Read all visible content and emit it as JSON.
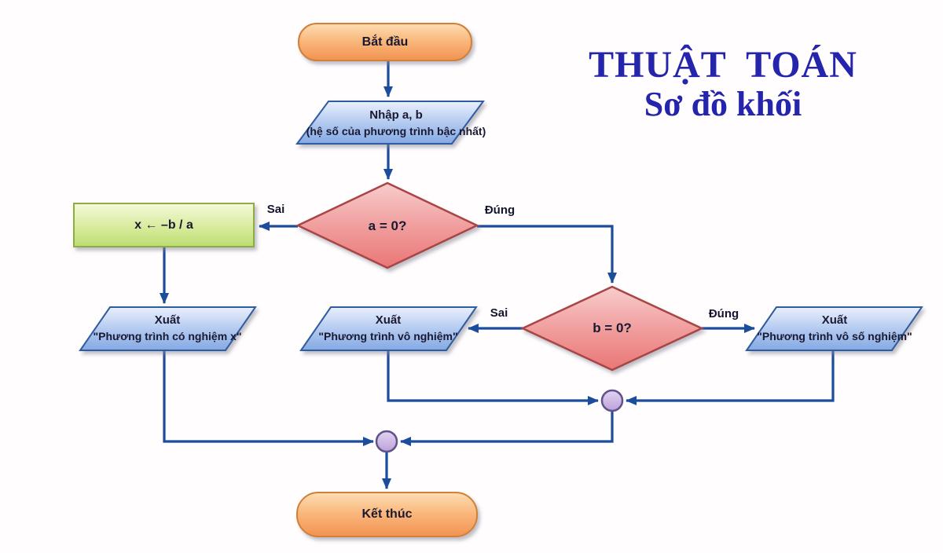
{
  "title": {
    "line1": "THUẬT  TOÁN",
    "line2": "Sơ đồ khối"
  },
  "nodes": {
    "start": {
      "type": "terminator",
      "label": "Bắt đầu"
    },
    "input": {
      "type": "io",
      "line1": "Nhập a, b",
      "line2": "(hệ số của phương trình bậc nhất)"
    },
    "decision_a": {
      "type": "decision",
      "label": "a = 0?"
    },
    "assign": {
      "type": "process",
      "label": "x ← –b / a"
    },
    "decision_b": {
      "type": "decision",
      "label": "b = 0?"
    },
    "output_solution": {
      "type": "io",
      "line1": "Xuất",
      "line2": "\"Phương trình có nghiệm x\""
    },
    "output_no_solution": {
      "type": "io",
      "line1": "Xuất",
      "line2": "\"Phương trình vô nghiệm\""
    },
    "output_infinite": {
      "type": "io",
      "line1": "Xuất",
      "line2": "\"Phương trình vô số nghiệm\""
    },
    "end": {
      "type": "terminator",
      "label": "Kết thúc"
    }
  },
  "edge_labels": {
    "a_false": "Sai",
    "a_true": "Đúng",
    "b_false": "Sai",
    "b_true": "Đúng"
  },
  "colors": {
    "background": "#fffdfe",
    "connector": "#1c4c9c",
    "title_text": "#2424ac",
    "node_text": "#191932",
    "terminator_fill": "#f6a55f",
    "terminator_border": "#d08038",
    "io_fill": "#8fb0e6",
    "io_border": "#2d5c9e",
    "decision_fill": "#ef8585",
    "decision_border": "#a84444",
    "process_fill": "#c5e07c",
    "process_border": "#8cad43",
    "junction_fill": "#c9b2e4",
    "junction_border": "#5f538a"
  }
}
